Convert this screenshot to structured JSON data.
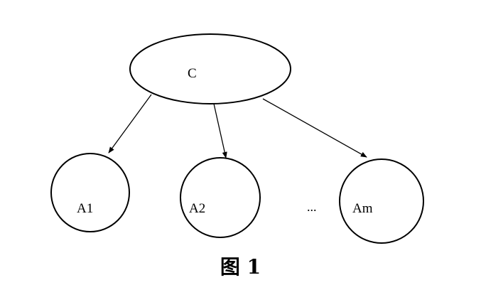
{
  "diagram": {
    "nodes": {
      "c": {
        "label": "C"
      },
      "a1": {
        "label": "A1"
      },
      "a2": {
        "label": "A2"
      },
      "am": {
        "label": "Am"
      }
    },
    "ellipsis": "...",
    "edges": [
      {
        "from": "C",
        "to": "A1"
      },
      {
        "from": "C",
        "to": "A2"
      },
      {
        "from": "C",
        "to": "Am"
      }
    ]
  },
  "caption": "图 1"
}
